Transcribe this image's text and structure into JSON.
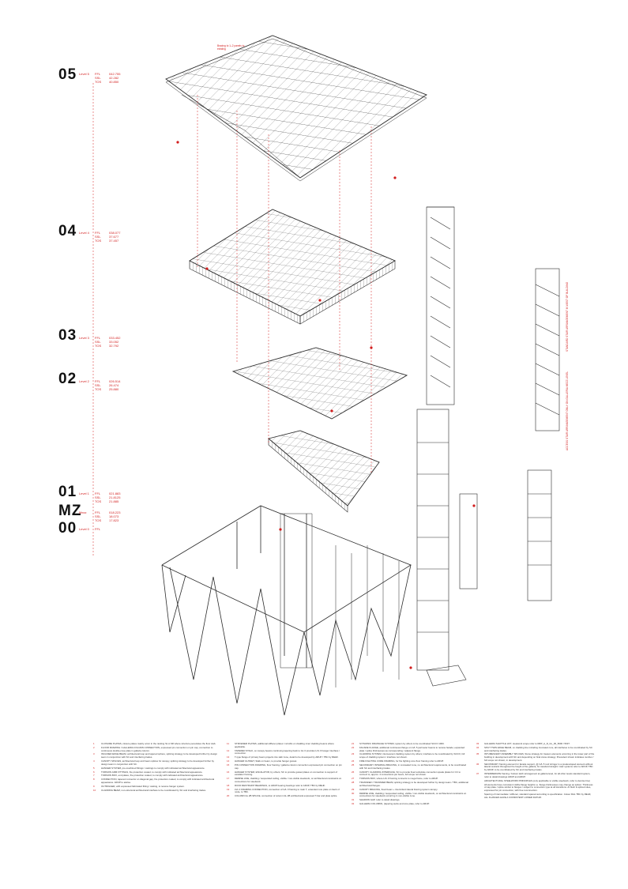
{
  "colors": {
    "accent": "#d21d1d",
    "line": "#2b2b2b",
    "ink": "#111111"
  },
  "levels": [
    {
      "num": "05",
      "name": "Level 5",
      "tags": [
        "FFL",
        "SSL",
        "TOS"
      ],
      "values": [
        "042.755",
        "42.282",
        "40.850"
      ]
    },
    {
      "num": "04",
      "name": "Level 4",
      "tags": [
        "FFL",
        "SSL",
        "TOS"
      ],
      "values": [
        "038.077",
        "37.677",
        "37.457"
      ]
    },
    {
      "num": "03",
      "name": "Level 3",
      "tags": [
        "FFL",
        "SSL",
        "TOS"
      ],
      "values": [
        "033.452",
        "33.052",
        "32.792"
      ]
    },
    {
      "num": "02",
      "name": "Level 2",
      "tags": [
        "FFL",
        "SSL",
        "TOS"
      ],
      "values": [
        "026.514",
        "26.474",
        "25.880"
      ]
    },
    {
      "num": "01",
      "name": "Level 1",
      "tags": [
        "FFL",
        "SSL",
        "TOS"
      ],
      "values": [
        "021.883",
        "21.8125",
        "21.885"
      ]
    },
    {
      "num": "MZ",
      "name": "Mezz",
      "tags": [
        "FFL",
        "SSL",
        "TOS"
      ],
      "values": [
        "018.223",
        "18.073",
        "17.823"
      ]
    },
    {
      "num": "00",
      "name": "Level 0",
      "tags": [
        "FFL"
      ],
      "values": [
        ""
      ]
    }
  ],
  "callouts": {
    "top_note": "Bracing to 1–2 panels to existing",
    "stair_a": "STANDARD STAIR ARRANGEMENT IN WEST OF BUILDING",
    "stair_b": "ACCESS STAIR ARRANGEMENT ONLY ON GALLERIA MEZZ LEVEL"
  },
  "notes": {
    "col1": [
      {
        "n": "1",
        "t": "CLOSURE PLATES, closure plates mainly occur in the ranking SL A.SR where structure penetrates the floor slab."
      },
      {
        "n": "2",
        "t": "FLOOR FRAMING / GALLERIA COLUMN CONNECTION, expressed pin connection on pin cap, connection to continuous double-cove plate in galleria column."
      },
      {
        "n": "3",
        "t": "INCLINED EDGE BEAM, architectural loop and tapered sphere, splicing strategy to be developed further by design team in conjunction with SC and interfacing trades."
      },
      {
        "n": "4",
        "t": "CANOPY SPLICES, architectural loop and beam splices for canopy, splicing strategy to be developed further by design team in conjunction with SC."
      },
      {
        "n": "5",
        "t": "HANGER SYSTEM, pre-machined fittings / castings to comply with indicated architectural appearance."
      },
      {
        "n": "6",
        "t": "TORSION ARM FITTINGS, fire protection coated, to comply with indicated architectural appearance."
      },
      {
        "n": "7",
        "t": "TORSION BOX, end plates, fire protection coated, to comply with indicated architectural appearance."
      },
      {
        "n": "8",
        "t": "CONNECTION, tapered connector on diagonal gap, fire protection coated, to comply with indicated architectural appearance. ARUP to advise."
      },
      {
        "n": "9",
        "t": "OUTRIGGER, with expressed fabricated fitting / casting, to receive hanger system."
      },
      {
        "n": "10",
        "t": "CLADDING BEAM, non-structural architectural interface to be coordinated by SC and interfacing trades."
      }
    ],
    "col2": [
      {
        "n": "11",
        "t": "STIFFENER PLATES, additional stiffener plates / retrofits on cladding inner cladding beams where applicable."
      },
      {
        "n": "12",
        "t": "TAPERED STALK, on canopy beams continuing tapering back to GL 0 provides LVL 0 hanger interface / connection."
      },
      {
        "n": "13",
        "t": "T-type flange of primary beam projects into slab zone, detail to be developed by ARUP / TBC by REHF."
      },
      {
        "n": "14",
        "t": "HANGER GUSSET, Stalk on beam, to provide hanger gusset."
      },
      {
        "n": "15",
        "t": "PIN CONNECTION FRAMING, floor framing / galleria column connection expressed pin connection on pin cap."
      },
      {
        "n": "16",
        "t": "HANGER SYSTEM, ESCALATOR, by others; SC to provide gusset plates on connection to support of escalator framing."
      },
      {
        "n": "17",
        "t": "DEMISE LINE, cladding / suspended ceiling, visible / non-visible steelwork, on architectural constraints on connections for steelwork."
      },
      {
        "n": "18",
        "t": "ROOF RESTRAINT BEARINGS, to ARUP bearing bearings refer to ARUP, TBC by REHF."
      },
      {
        "n": "19",
        "t": "LVL 0 FRAMING CONNECTION, connection of LVL 0 framing to main T, extended core plate on back of node, to TBC."
      },
      {
        "n": "20",
        "t": "COLUMN GL 2B SPLICE, connection of column GL 2B architectural expressed T-bar and plate splice."
      }
    ],
    "col3": [
      {
        "n": "21",
        "t": "SYPHONIC DRAINAGE SYSTEM, system by others to be coordinated SCCO 1000."
      },
      {
        "n": "22",
        "t": "FACADE FLANGE, additional continuous flange on LVL 5 perimeter beams to receive facade; expanded plate / splice thicknesses as corresponding / adjacent flange."
      },
      {
        "n": "23",
        "t": "CLADDING SYSTEM, intumescent cladding system by others; interface to be coordinated by SCCO, full scope of cladding system / interface not shown."
      },
      {
        "n": "24",
        "t": "FIRE FIGHTING CORE FRAMING, for fire fighting core floor framing refer to ARUP."
      },
      {
        "n": "25",
        "t": "SECONDARY INTERNAL BRACING, in concealed zone, no architectural requirements, to be coordinated with SC and interfacing trades."
      },
      {
        "n": "26",
        "t": "CANOPY CLADDING INTERFACE, SC to provide fixed substrate connection spade plates for CC to connect to, approx. 4 connections per beam, full scope not shown."
      },
      {
        "n": "27",
        "t": "TORSION BOX, where LVL 0 framing connects to mega frame, refer to ARUP."
      },
      {
        "n": "28",
        "t": "TRANSFER / TRANSFER BEAM, splicing strategy to be developed further by design team / TBC, additional architectural flanges."
      },
      {
        "n": "29",
        "t": "CANOPY BRACING, fixed beam + intermittent lateral bracing system canopy."
      },
      {
        "n": "30",
        "t": "DEMISE LINE, cladding / suspended ceiling, visible / non-visible steelwork, on architectural constraints on connections for steelwork occurring in non-visible zone."
      },
      {
        "n": "31",
        "t": "SHADOW GAP, refer to detail drawings."
      },
      {
        "n": "32",
        "t": "GALLERIA COLUMNS, (tapering webs and core plate, refer to ARUP."
      }
    ],
    "col4": [
      {
        "n": "33",
        "t": "GALLERIA SHUTTLE LIFT, steelwork scope refer to RRP_A_D_GL_00_5000 / 5637."
      },
      {
        "n": "34",
        "t": "SPLIT TWIN EDGE BEAM, on cladding line including truncated core, all interfaces to be coordinated by SC and interfacing trades."
      },
      {
        "n": "35",
        "t": "INTUMESCENT ASSEMBLY SPLICES, Stone strategy for treason elements occurring in the lower part of the building in development with SC and depending on final crane strategy. Precedent shown indicates number / full scope not shown, in development."
      },
      {
        "n": "36",
        "t": "SECONDARY framing element for facade support, @ LVL 5 roof stringer is a predeveloped element without lateral restraint throughout the height of the galleria, for standard straight / stair systems refer to ARUP, TBC by ARUP, to be coordinated by SC and interfacing trades."
      },
      {
        "n": "37",
        "t": "INTERMEDIATE framing / bottom latch arrangement at galleria level, for all other levels standard system, refer to detail drawings ARUP and ARUP."
      },
      {
        "n": "",
        "t": "ARCHITECTURAL STEELWORK PRINCIPLES (only applicable to visible steelwork, refer to demise line)"
      },
      {
        "n": "",
        "t": "All elements have consistent visible flange heights i.e. flange thicknesses may change as splicer. Thickness of cap plate / splice similar to flanges / subject to connection type at all transitions. At flush & spliced sites, expressed for pin connection, with free reconnection."
      },
      {
        "n": "",
        "t": "Spacing of intermediate / stiffener, standard spaced according to specification. Colour RAL TBC by REHF, ALL FLANGES HAVE A CONSISTENT LOWER DATUM."
      }
    ]
  }
}
